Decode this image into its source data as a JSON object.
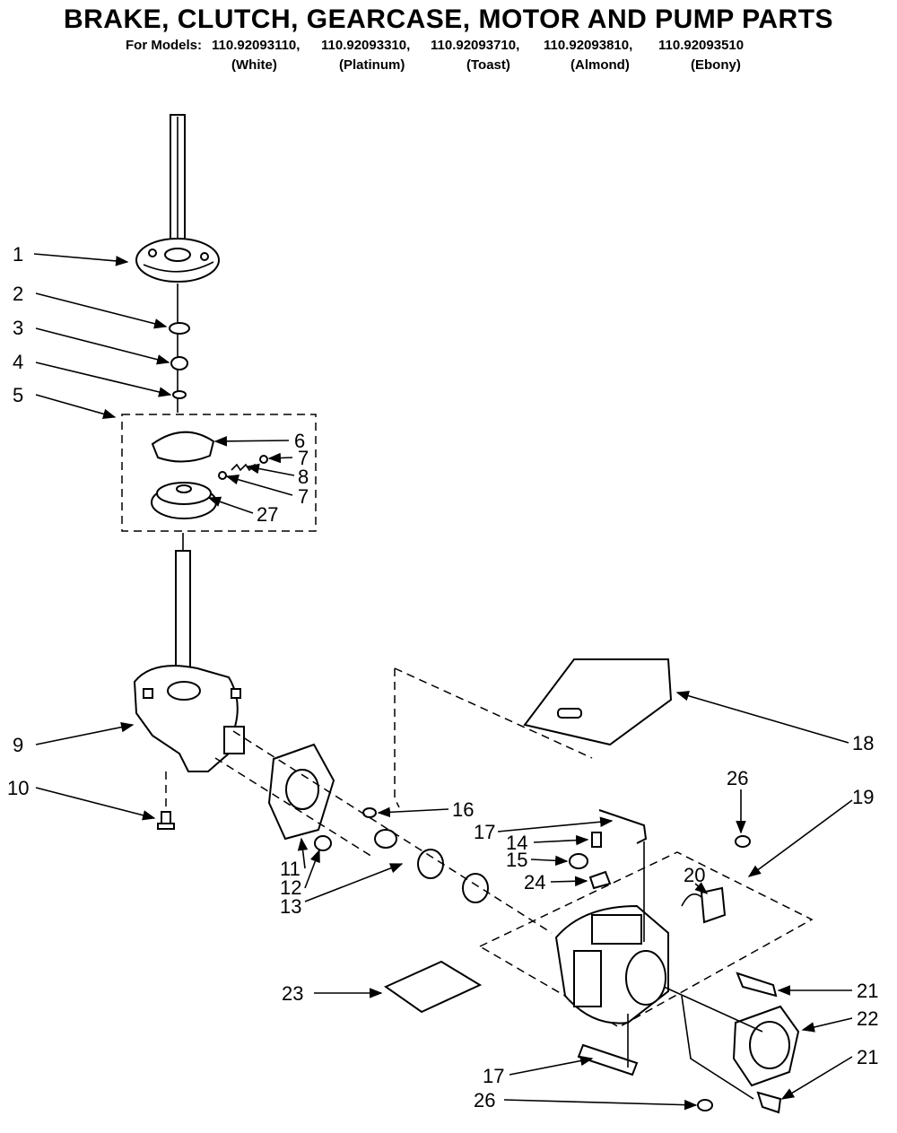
{
  "header": {
    "title": "BRAKE, CLUTCH, GEARCASE, MOTOR AND PUMP PARTS",
    "for_models_label": "For Models:",
    "models": [
      {
        "number": "110.92093110,",
        "color": "(White)"
      },
      {
        "number": "110.92093310,",
        "color": "(Platinum)"
      },
      {
        "number": "110.92093710,",
        "color": "(Toast)"
      },
      {
        "number": "110.92093810,",
        "color": "(Almond)"
      },
      {
        "number": "110.92093510",
        "color": "(Ebony)"
      }
    ]
  },
  "callouts": {
    "c1": "1",
    "c2": "2",
    "c3": "3",
    "c4": "4",
    "c5": "5",
    "c6": "6",
    "c7a": "7",
    "c8": "8",
    "c7b": "7",
    "c27": "27",
    "c9": "9",
    "c10": "10",
    "c11": "11",
    "c12": "12",
    "c13": "13",
    "c16": "16",
    "c17a": "17",
    "c14": "14",
    "c15": "15",
    "c24": "24",
    "c18": "18",
    "c26a": "26",
    "c19": "19",
    "c20": "20",
    "c21a": "21",
    "c22": "22",
    "c23": "23",
    "c21b": "21",
    "c17b": "17",
    "c26b": "26"
  },
  "colors": {
    "ink": "#000000",
    "paper": "#ffffff"
  }
}
